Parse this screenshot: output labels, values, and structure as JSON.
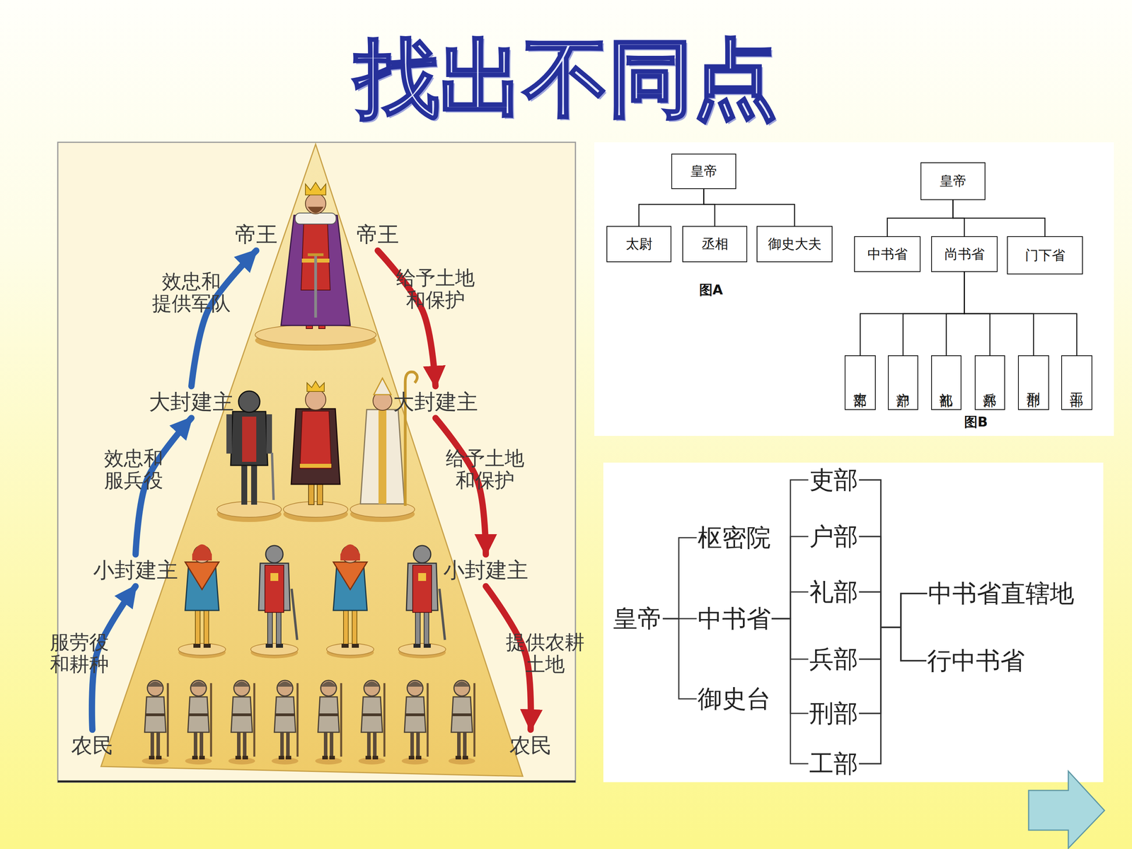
{
  "diagram": {
    "title": "找出不同点",
    "nodes": [
      {
        "text": [
          "帝王"
        ]
      },
      {
        "text": [
          "帝王"
        ]
      },
      {
        "text": [
          "大封建主"
        ]
      },
      {
        "text": [
          "大封建主"
        ]
      },
      {
        "text": [
          "小封建主"
        ]
      },
      {
        "text": [
          "小封建主"
        ]
      },
      {
        "text": [
          "农民"
        ]
      },
      {
        "text": [
          "农民"
        ]
      },
      {
        "text": [
          "皇帝"
        ]
      },
      {
        "text": [
          "太尉"
        ]
      },
      {
        "text": [
          "丞相"
        ]
      },
      {
        "text": [
          "御史大夫"
        ]
      },
      {
        "text": [
          "皇帝"
        ]
      },
      {
        "text": [
          "中书省"
        ]
      },
      {
        "text": [
          "尚书省"
        ]
      },
      {
        "text": [
          "门下省"
        ]
      },
      {
        "text": [
          "吏部"
        ]
      },
      {
        "text": [
          "户部"
        ]
      },
      {
        "text": [
          "礼部"
        ]
      },
      {
        "text": [
          "兵部"
        ]
      },
      {
        "text": [
          "刑部"
        ]
      },
      {
        "text": [
          "工部"
        ]
      },
      {
        "text": [
          "皇帝"
        ]
      },
      {
        "text": [
          "枢密院"
        ]
      },
      {
        "text": [
          "中书省"
        ]
      },
      {
        "text": [
          "御史台"
        ]
      },
      {
        "text": [
          "吏部"
        ]
      },
      {
        "text": [
          "户部"
        ]
      },
      {
        "text": [
          "礼部"
        ]
      },
      {
        "text": [
          "兵部"
        ]
      },
      {
        "text": [
          "刑部"
        ]
      },
      {
        "text": [
          "工部"
        ]
      },
      {
        "text": [
          "中书省直辖地"
        ]
      },
      {
        "text": [
          "行中书省"
        ]
      }
    ],
    "edges": [
      {
        "from": 6,
        "to": 4,
        "arrow": "to",
        "label": "服劳役 和耕种"
      },
      {
        "from": 4,
        "to": 2,
        "arrow": "to",
        "label": "效忠和 服兵役"
      },
      {
        "from": 2,
        "to": 0,
        "arrow": "to",
        "label": "效忠和 提供军队"
      },
      {
        "from": 1,
        "to": 3,
        "arrow": "to",
        "label": "给予土地 和保护"
      },
      {
        "from": 3,
        "to": 5,
        "arrow": "to",
        "label": "给予土地 和保护"
      },
      {
        "from": 5,
        "to": 7,
        "arrow": "to",
        "label": "提供农耕 土地"
      },
      {
        "from": 8,
        "to": 9,
        "arrow": "none"
      },
      {
        "from": 8,
        "to": 10,
        "arrow": "none"
      },
      {
        "from": 8,
        "to": 11,
        "arrow": "none"
      },
      {
        "from": 12,
        "to": 13,
        "arrow": "none"
      },
      {
        "from": 12,
        "to": 14,
        "arrow": "none"
      },
      {
        "from": 12,
        "to": 15,
        "arrow": "none"
      },
      {
        "from": 14,
        "to": 16,
        "arrow": "none"
      },
      {
        "from": 14,
        "to": 17,
        "arrow": "none"
      },
      {
        "from": 14,
        "to": 18,
        "arrow": "none"
      },
      {
        "from": 14,
        "to": 19,
        "arrow": "none"
      },
      {
        "from": 14,
        "to": 20,
        "arrow": "none"
      },
      {
        "from": 14,
        "to": 21,
        "arrow": "none"
      },
      {
        "from": 22,
        "to": 23,
        "arrow": "none"
      },
      {
        "from": 22,
        "to": 24,
        "arrow": "none"
      },
      {
        "from": 22,
        "to": 25,
        "arrow": "none"
      },
      {
        "from": 24,
        "to": 26,
        "arrow": "none"
      },
      {
        "from": 24,
        "to": 27,
        "arrow": "none"
      },
      {
        "from": 24,
        "to": 28,
        "arrow": "none"
      },
      {
        "from": 24,
        "to": 29,
        "arrow": "none"
      },
      {
        "from": 24,
        "to": 30,
        "arrow": "none"
      },
      {
        "from": 24,
        "to": 31,
        "arrow": "none"
      },
      {
        "from": 26,
        "to": 32,
        "arrow": "none"
      },
      {
        "from": 26,
        "to": 33,
        "arrow": "none"
      },
      {
        "from": 27,
        "to": 32,
        "arrow": "none"
      },
      {
        "from": 27,
        "to": 33,
        "arrow": "none"
      },
      {
        "from": 28,
        "to": 32,
        "arrow": "none"
      },
      {
        "from": 28,
        "to": 33,
        "arrow": "none"
      },
      {
        "from": 29,
        "to": 32,
        "arrow": "none"
      },
      {
        "from": 29,
        "to": 33,
        "arrow": "none"
      },
      {
        "from": 30,
        "to": 32,
        "arrow": "none"
      },
      {
        "from": 30,
        "to": 33,
        "arrow": "none"
      },
      {
        "from": 31,
        "to": 32,
        "arrow": "none"
      },
      {
        "from": 31,
        "to": 33,
        "arrow": "none"
      }
    ],
    "labels": [
      "图A",
      "图B"
    ]
  }
}
